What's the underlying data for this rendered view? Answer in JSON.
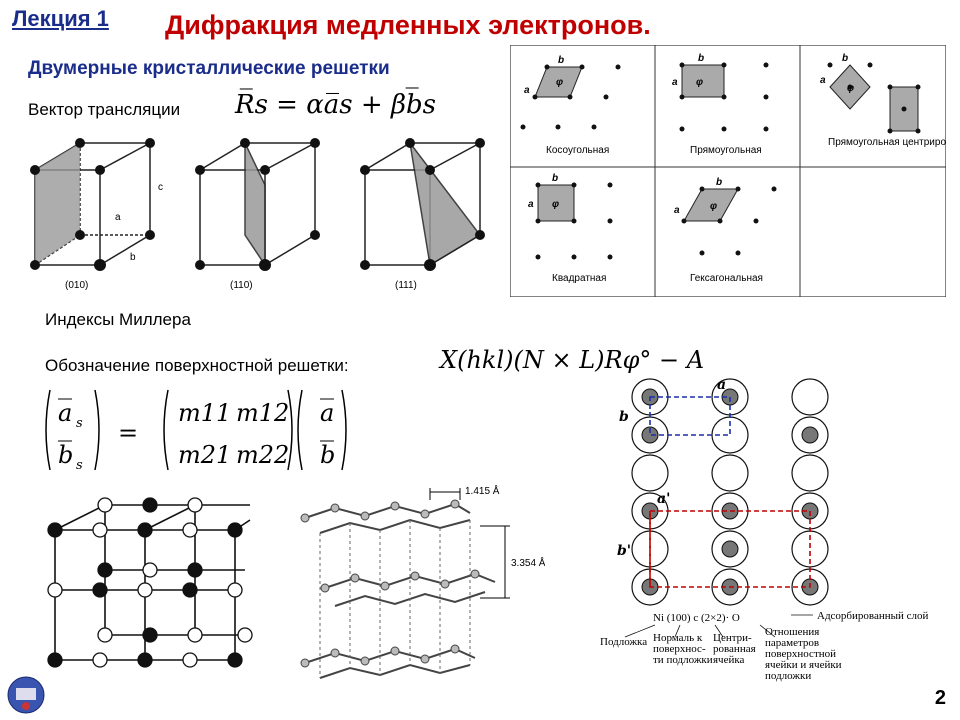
{
  "header": {
    "lecture": "Лекция 1",
    "title": "Дифракция медленных электронов."
  },
  "section": {
    "subtitle": "Двумерные кристаллические решетки",
    "translation_label": "Вектор трансляции",
    "miller_label": "Индексы Миллера",
    "surface_label": "Обозначение поверхностной решетки:"
  },
  "formulas": {
    "translation": "R̅s = αa̅s + βb̅s",
    "surface": "X(hkl)(N × L)Rφ° − A",
    "matrix": [
      "m11",
      "m12",
      "m21",
      "m22"
    ]
  },
  "cubes": {
    "labels": [
      "(010)",
      "(110)",
      "(111)"
    ],
    "axes": [
      "a",
      "b",
      "c"
    ]
  },
  "lattices": {
    "names": [
      "Косоугольная",
      "Прямоугольная",
      "Прямоугольная центрированная",
      "Квадратная",
      "Гексагональная"
    ],
    "vec_a": "a",
    "vec_b": "b",
    "angle": "φ"
  },
  "graphite": {
    "bond": "1.415 Å",
    "layer": "3.354 Å"
  },
  "adsorbate": {
    "top_a": "a",
    "top_b": "b",
    "prime_a": "a'",
    "prime_b": "b'",
    "notation": "Ni (100) c (2×2)· O",
    "adsorbed_layer": "Адсорбированный слой",
    "substrate": "Подложка",
    "normal": "Нормаль к поверхнос-ти подложки",
    "centered": "Центри-рованная ячейка",
    "ratio": "Отношения параметров поверхностной ячейки и ячейки подложки"
  },
  "footer": {
    "page": "2"
  }
}
